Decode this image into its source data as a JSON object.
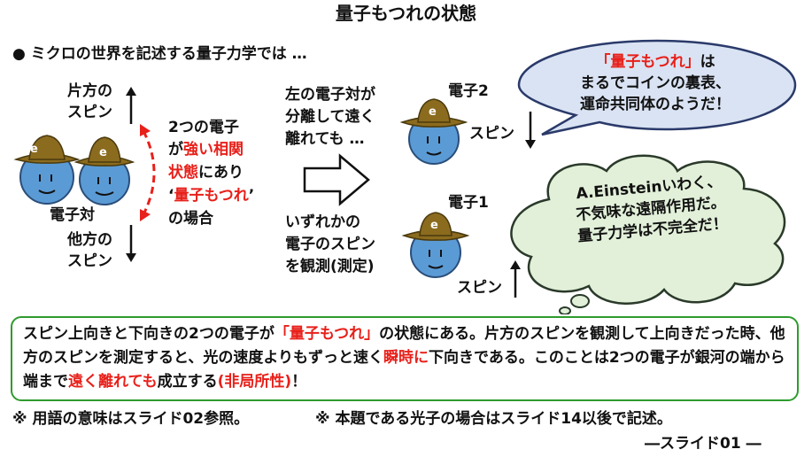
{
  "title": "量子もつれの状態",
  "bullet": "● ミクロの世界を記述する量子力学では …",
  "left": {
    "top_spin_line1": "片方の",
    "top_spin_line2": "スピン",
    "bottom_spin_line1": "他方の",
    "bottom_spin_line2": "スピン",
    "pair_label": "電子対",
    "electron_symbol": "e",
    "state_line1": "2つの電子",
    "state_line2_pre": "が",
    "state_line2_red": "強い相関",
    "state_line3_red": "状態",
    "state_line3_post": "にあり",
    "state_line4_pre": "‘",
    "state_line4_red": "量子もつれ",
    "state_line4_post": "’",
    "state_line5": "の場合"
  },
  "middle": {
    "upper_line1": "左の電子対が",
    "upper_line2": "分離して遠く",
    "upper_line3": "離れても …",
    "lower_line1": "いずれかの",
    "lower_line2": "電子のスピン",
    "lower_line3": "を観測(測定)"
  },
  "right": {
    "electron2_label": "電子2",
    "electron1_label": "電子1",
    "spin2_label": "スピン",
    "spin1_label": "スピン"
  },
  "bubble": {
    "line1_red": "「量子もつれ」",
    "line1_post": "は",
    "line2": "まるでコインの裏表、",
    "line3": "運命共同体のようだ！"
  },
  "cloud": {
    "line1": "A.Einsteinいわく、",
    "line2": "不気味な遠隔作用だ。",
    "line3": "量子力学は不完全だ！"
  },
  "summary": {
    "part1": "スピン上向きと下向きの2つの電子が",
    "part2_red": "「量子もつれ」",
    "part3": "の状態にある。片方のスピンを観測して上向きだった時、他方のスピンを測定すると、光の速度よりもずっと速く",
    "part4_red": "瞬時に",
    "part5": "下向きである。このことは2つの電子が銀河の端から端まで",
    "part6_red": "遠く離れても",
    "part7": "成立する",
    "part8_red": "(非局所性)",
    "part9": "！"
  },
  "footer": {
    "note1": "※ 用語の意味はスライド02参照。",
    "note2": "※ 本題である光子の場合はスライド14以後で記述。",
    "slide_label": "―スライド01 ―"
  },
  "colors": {
    "accent_red": "#e8201a",
    "frame_green": "#2e9b2e",
    "electron_blue": "#5b9bd5",
    "hat_brown": "#8b6b1e",
    "cloud_fill": "#e2f0d9",
    "bubble_fill": "#dae3f3"
  }
}
